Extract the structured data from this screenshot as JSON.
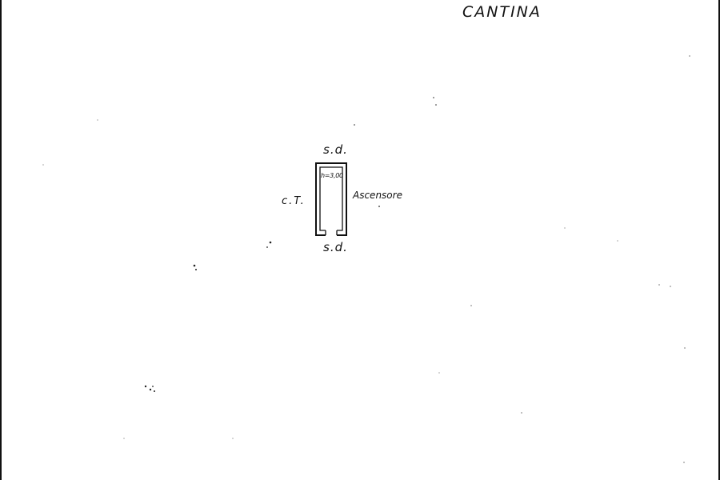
{
  "drawing": {
    "title": "CANTINA",
    "labels": {
      "top_wall": "s.d.",
      "bottom_wall": "s.d.",
      "left_side": "c.T.",
      "room_name": "Ascensore",
      "room_height": "h=3,00"
    },
    "line_color": "#111111",
    "paper_color": "#ffffff"
  }
}
